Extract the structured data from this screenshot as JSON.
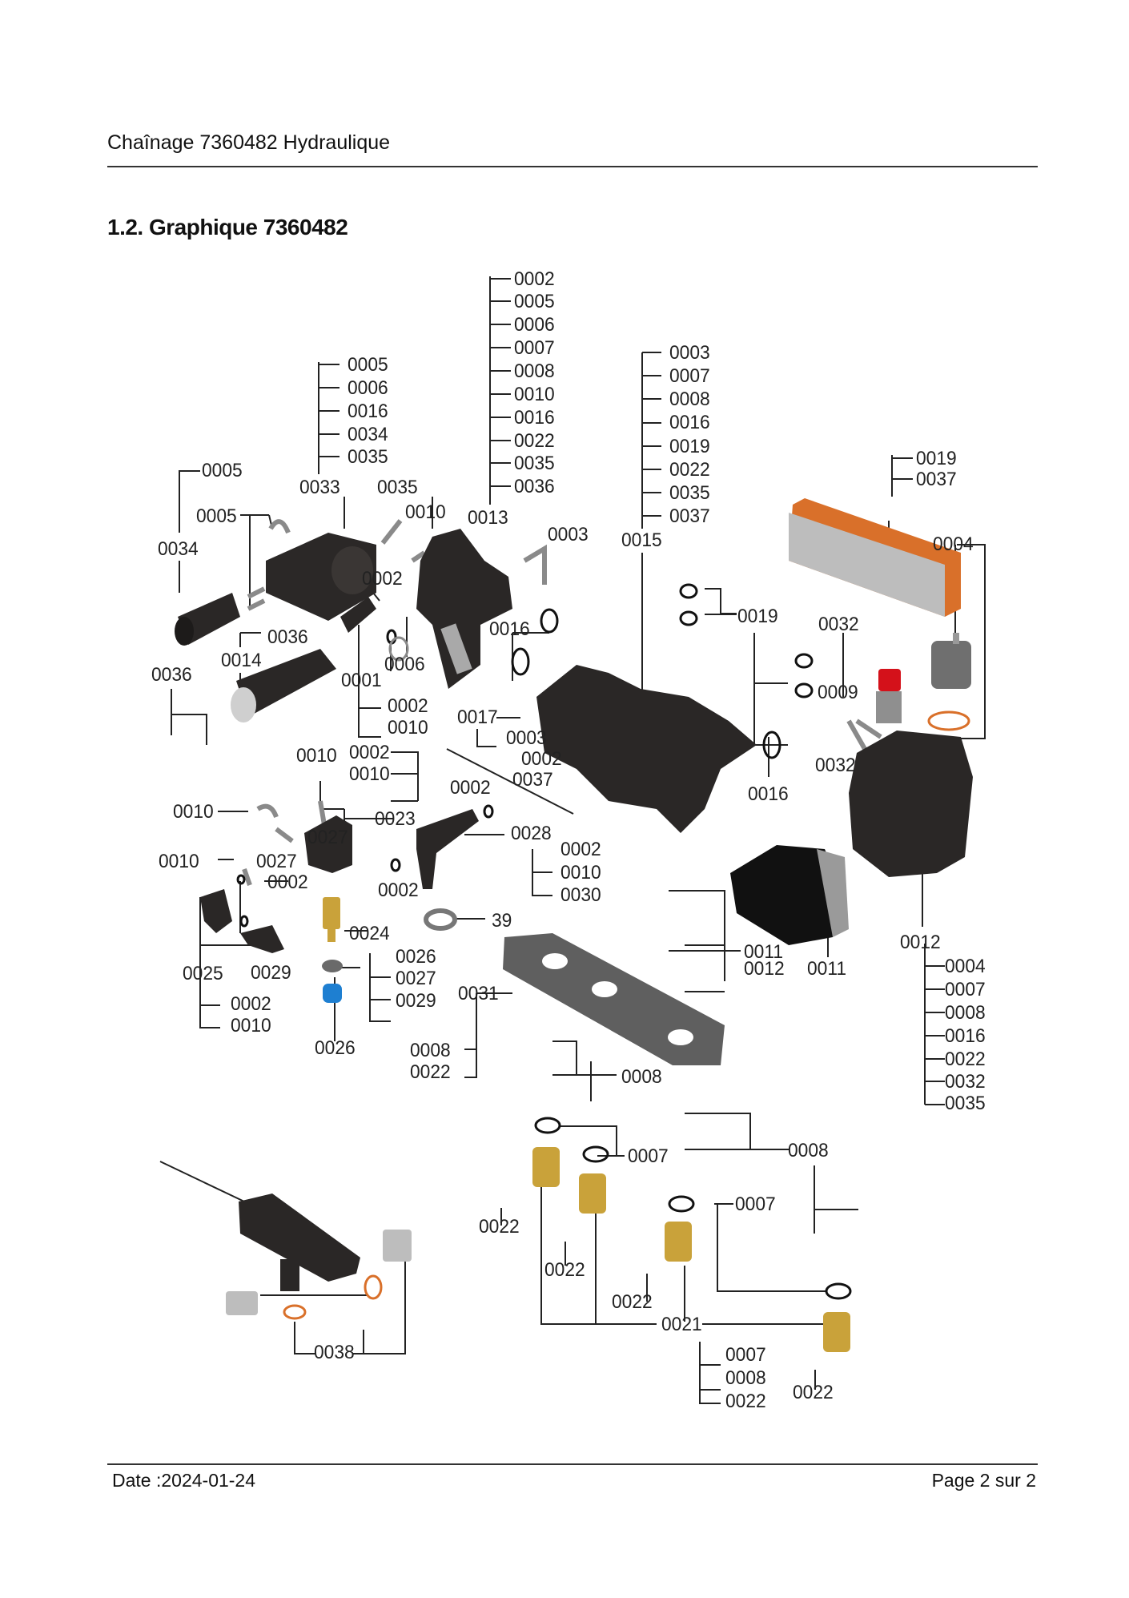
{
  "header": {
    "title": "Chaînage 7360482 Hydraulique"
  },
  "section": {
    "title": "1.2. Graphique 7360482"
  },
  "footer": {
    "date": "Date :2024-01-24",
    "page": "Page 2 sur  2"
  },
  "diagram": {
    "type": "exploded-parts-diagram",
    "parts": {
      "0013": {
        "children": [
          "0002",
          "0005",
          "0006",
          "0007",
          "0008",
          "0010",
          "0016",
          "0022",
          "0035",
          "0036"
        ]
      },
      "0033": {
        "children": [
          "0005",
          "0006",
          "0016",
          "0034",
          "0035"
        ]
      },
      "0015": {
        "children": [
          "0003",
          "0007",
          "0008",
          "0016",
          "0019",
          "0022",
          "0035",
          "0037"
        ]
      },
      "0018": {
        "children": [
          "0019",
          "0037"
        ]
      },
      "0001": {
        "children": [
          "0002",
          "0010"
        ]
      },
      "0023": {
        "children": [
          "0002",
          "0010"
        ]
      },
      "0028": {
        "children": [
          "0002",
          "0010",
          "0030"
        ]
      },
      "0024": {
        "children": [
          "0026",
          "0027",
          "0029"
        ]
      },
      "0025": {
        "children": [
          "0002",
          "0010"
        ]
      },
      "0031": {
        "children": [
          "0008",
          "0022"
        ]
      },
      "0012": {
        "children": [
          "0004",
          "0007",
          "0008",
          "0016",
          "0022",
          "0032",
          "0035"
        ]
      },
      "0021": {
        "children": [
          "0007",
          "0008",
          "0022"
        ]
      },
      "0017": {
        "children": [
          "0003",
          "0002",
          "0037"
        ]
      },
      "0011": {
        "children": [
          "0012"
        ]
      }
    },
    "labels": {
      "l13": [
        "0002",
        "0005",
        "0006",
        "0007",
        "0008",
        "0010",
        "0016",
        "0022",
        "0035",
        "0036"
      ],
      "l33": [
        "0005",
        "0006",
        "0016",
        "0034",
        "0035"
      ],
      "l15": [
        "0003",
        "0007",
        "0008",
        "0016",
        "0019",
        "0022",
        "0035",
        "0037"
      ],
      "l18": [
        "0019",
        "0037"
      ],
      "l12": [
        "0004",
        "0007",
        "0008",
        "0016",
        "0022",
        "0032",
        "0035"
      ],
      "l28": [
        "0002",
        "0010",
        "0030"
      ],
      "l24": [
        "0026",
        "0027",
        "0029"
      ],
      "l21": [
        "0007",
        "0008",
        "0022"
      ],
      "l25": [
        "0002",
        "0010"
      ],
      "l01": [
        "0002",
        "0010"
      ],
      "l23": [
        "0002",
        "0010"
      ],
      "l31": [
        "0008",
        "0022"
      ],
      "misc": {
        "a": "0005",
        "b": "0034",
        "c": "0005",
        "d": "0033",
        "e": "0035",
        "f": "0010",
        "g": "0013",
        "h": "0003",
        "i": "0015",
        "j": "0002",
        "k": "0036",
        "l": "0014",
        "m": "0036",
        "n": "0006",
        "o": "0001",
        "p": "0016",
        "q": "0019",
        "r": "0032",
        "s": "0004",
        "t": "0009",
        "u": "0017",
        "v": "0003",
        "w": "0002",
        "x": "0037",
        "y": "0032",
        "z": "0016",
        "aa": "0010",
        "ab": "0010",
        "ac": "0023",
        "ad": "0027",
        "ae": "0027",
        "af": "0002",
        "ag": "0028",
        "ah": "0010",
        "ai": "0002",
        "aj": "0002",
        "ak": "0024",
        "al": "39",
        "am": "0025",
        "an": "0029",
        "ao": "0026",
        "ap": "0031",
        "aq": "0011",
        "ar": "0012",
        "as": "0011",
        "at": "0012",
        "au": "0008",
        "av": "0007",
        "aw": "0008",
        "ax": "0007",
        "ay": "0022",
        "az": "0022",
        "ba": "0022",
        "bb": "0021",
        "bc": "0022",
        "bd": "0038"
      }
    },
    "colors": {
      "part_dark": "#2a2726",
      "brass": "#c9a23a",
      "copper": "#d9702a",
      "red_cap": "#d4111a",
      "blue_cap": "#1e7fd1",
      "grey": "#8a8a8a"
    }
  }
}
